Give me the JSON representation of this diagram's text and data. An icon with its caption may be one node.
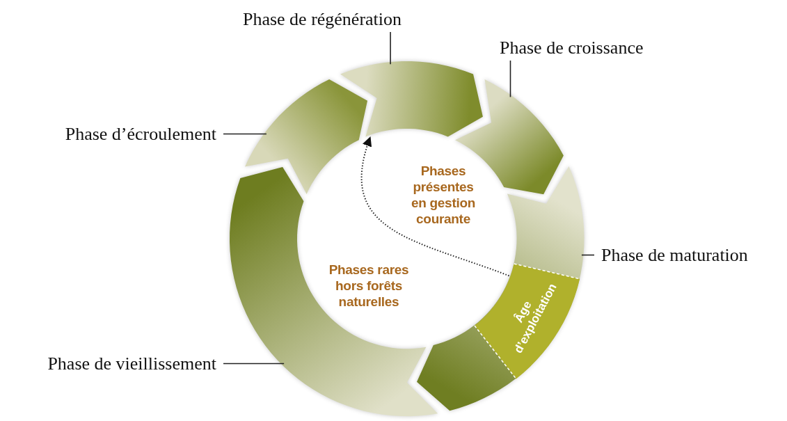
{
  "diagram": {
    "nodes": [
      {
        "text": [
          "Phase de régénération"
        ]
      },
      {
        "text": [
          "Phase de croissance"
        ]
      },
      {
        "text": [
          "Phase d’écroulement"
        ]
      },
      {
        "text": [
          "Phase de maturation"
        ]
      },
      {
        "text": [
          "Phase de vieillissement"
        ]
      },
      {
        "text": [],
        "shape": "arrow"
      },
      {
        "text": [],
        "shape": "arrow"
      },
      {
        "text": [],
        "shape": "arrow"
      },
      {
        "text": [
          "Âge d’exploitation"
        ],
        "in": 7
      },
      {
        "text": [],
        "shape": "arrow"
      },
      {
        "text": [],
        "shape": "arrow"
      }
    ],
    "edges": [
      {
        "from": 0,
        "to": 5,
        "arrow": "none"
      },
      {
        "from": 1,
        "to": 6,
        "arrow": "none"
      },
      {
        "from": 2,
        "to": 9,
        "arrow": "none"
      },
      {
        "from": 3,
        "to": 7,
        "arrow": "none"
      },
      {
        "from": 4,
        "to": 10,
        "arrow": "none"
      },
      {
        "from": 8,
        "to": 5,
        "arrow": "to",
        "style": "dashed"
      }
    ],
    "labels": [
      "Phases présentes en gestion courante",
      "Phases rares hors forêts naturelles"
    ]
  }
}
